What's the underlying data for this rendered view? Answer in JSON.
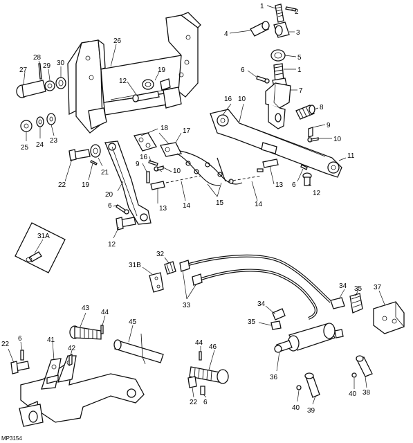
{
  "diagram": {
    "drawing_code": "MP3154",
    "callouts": [
      "1",
      "2",
      "3",
      "4",
      "5",
      "6",
      "7",
      "8",
      "9",
      "10",
      "11",
      "12",
      "13",
      "14",
      "15",
      "16",
      "17",
      "18",
      "19",
      "20",
      "21",
      "22",
      "23",
      "24",
      "25",
      "26",
      "27",
      "28",
      "29",
      "30",
      "31A",
      "31B",
      "32",
      "33",
      "34",
      "35",
      "36",
      "37",
      "38",
      "39",
      "40",
      "41",
      "42",
      "43",
      "44",
      "45",
      "46"
    ]
  }
}
